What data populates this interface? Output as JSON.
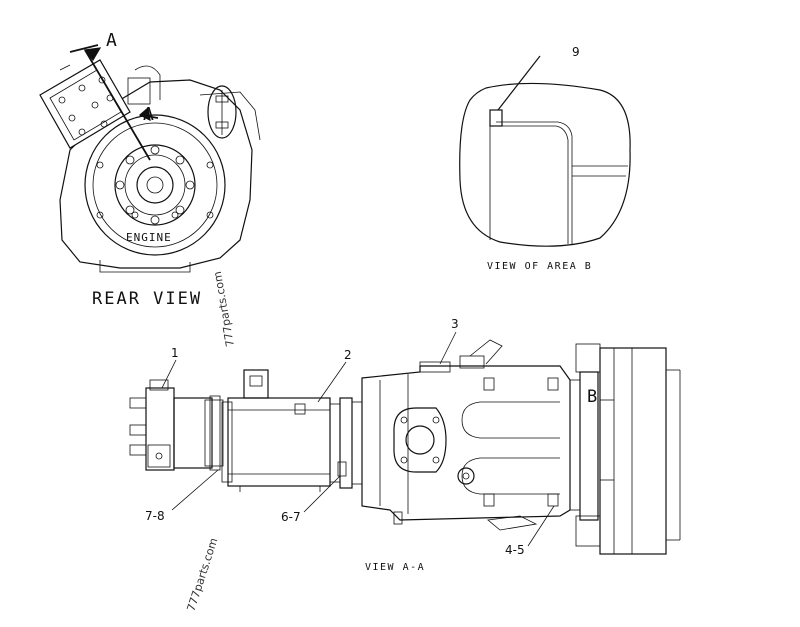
{
  "views": {
    "rear_view_title": "REAR VIEW",
    "engine_label": "ENGINE",
    "section_label": "A",
    "view_area_b_caption": "VIEW OF AREA B",
    "view_aa_caption": "VIEW A-A",
    "area_b_marker": "B"
  },
  "callouts": {
    "c1": "1",
    "c2": "2",
    "c3": "3",
    "c9": "9",
    "c45": "4-5",
    "c67": "6-7",
    "c78": "7-8"
  },
  "watermarks": {
    "wm1": "777parts.com",
    "wm2": "777parts.com"
  }
}
